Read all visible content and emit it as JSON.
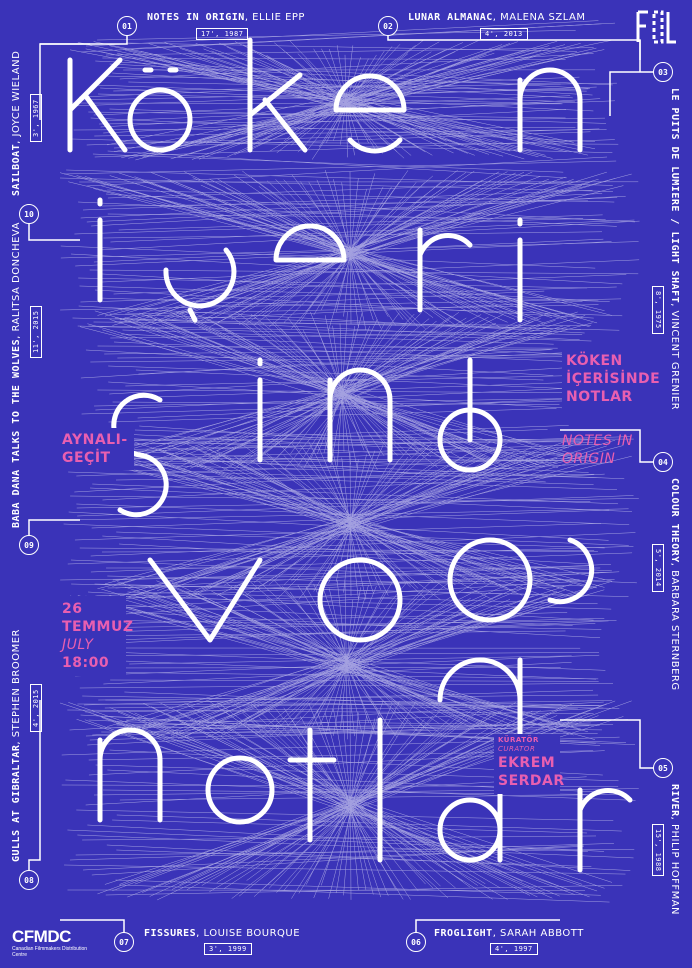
{
  "films": [
    {
      "num": "01",
      "title": "NOTES IN ORIGIN",
      "director": "ELLIE EPP",
      "meta": "17', 1987"
    },
    {
      "num": "02",
      "title": "LUNAR ALMANAC",
      "director": "MALENA SZLAM",
      "meta": "4', 2013"
    },
    {
      "num": "03",
      "title": "LE PUITS DE LUMIERE / LIGHT SHAFT",
      "director": "VINCENT GRENIER",
      "meta": "8', 1975"
    },
    {
      "num": "04",
      "title": "COLOUR THEORY",
      "director": "BARBARA STERNBERG",
      "meta": "5', 2014"
    },
    {
      "num": "05",
      "title": "RIVER",
      "director": "PHILIP HOFFMAN",
      "meta": "15', 1988"
    },
    {
      "num": "06",
      "title": "FROGLIGHT",
      "director": "SARAH ABBOTT",
      "meta": "4', 1997"
    },
    {
      "num": "07",
      "title": "FISSURES",
      "director": "LOUISE BOURQUE",
      "meta": "3', 1999"
    },
    {
      "num": "08",
      "title": "GULLS AT GIBRALTAR",
      "director": "STEPHEN BROOMER",
      "meta": "4', 2015"
    },
    {
      "num": "09",
      "title": "BABA DANA TALKS TO THE WOLVES",
      "director": "RALITSA DONCHEVA",
      "meta": "11', 2015"
    },
    {
      "num": "10",
      "title": "SAILBOAT",
      "director": "JOYCE WIELAND",
      "meta": "3', 1967"
    }
  ],
  "program": {
    "title_tr_1": "KÖKEN",
    "title_tr_2": "İÇERİSİNDE",
    "title_tr_3": "NOTLAR",
    "title_en_1": "NOTES IN",
    "title_en_2": "ORIGIN"
  },
  "venue": {
    "line1": "AYNALI-",
    "line2": "GEÇİT"
  },
  "date": {
    "day": "26",
    "month_tr": "TEMMUZ",
    "month_en": "JULY",
    "time": "18:00"
  },
  "curator": {
    "label_tr": "KÜRATÖR",
    "label_en": "CURATOR",
    "name1": "EKREM",
    "name2": "SERDAR"
  },
  "logos": {
    "fol": "F L",
    "cfmdc": "CFMDC",
    "cfmdc_sub": "Canadian Filmmakers Distribution Centre"
  },
  "colors": {
    "background": "#3a33b8",
    "accent": "#e85fb0",
    "line": "#ffffff",
    "lattice": "#c8c6ee"
  }
}
